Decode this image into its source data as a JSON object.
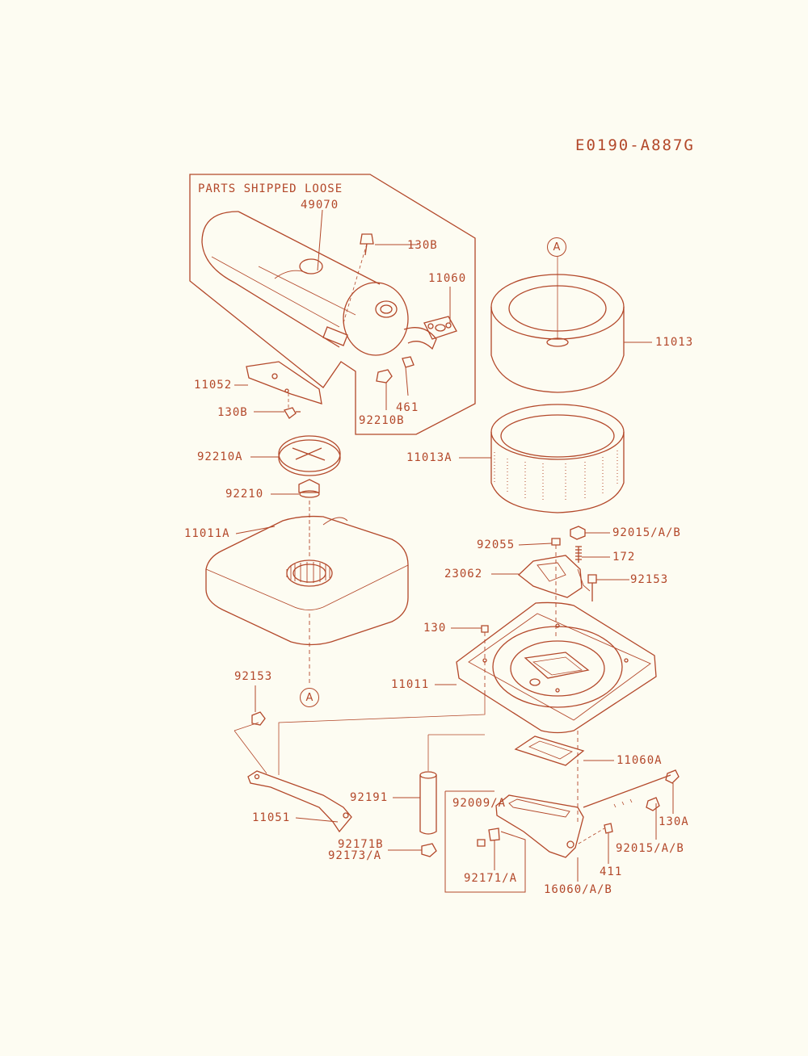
{
  "colors": {
    "ink": "#b3482a",
    "paper": "#fdfcf2"
  },
  "diagram_code": "E0190-A887G",
  "box_title": "PARTS SHIPPED LOOSE",
  "ref_marker": "A",
  "parts": {
    "p49070": "49070",
    "p130B_top": "130B",
    "p11060": "11060",
    "p11052": "11052",
    "p130B_bot": "130B",
    "p461": "461",
    "p92210B": "92210B",
    "p11013": "11013",
    "p11013A": "11013A",
    "p92210A": "92210A",
    "p92210": "92210",
    "p11011A": "11011A",
    "p92055": "92055",
    "p92015AB_top": "92015/A/B",
    "p172": "172",
    "p23062": "23062",
    "p92153_right": "92153",
    "p130": "130",
    "p11011": "11011",
    "p92153_left": "92153",
    "p11060A": "11060A",
    "p92191": "92191",
    "p92009A": "92009/A",
    "p11051": "11051",
    "p130A": "130A",
    "p92171B": "92171B",
    "p92173A": "92173/A",
    "p92015AB_bot": "92015/A/B",
    "p411": "411",
    "p92171A": "92171/A",
    "p16060AB": "16060/A/B"
  }
}
